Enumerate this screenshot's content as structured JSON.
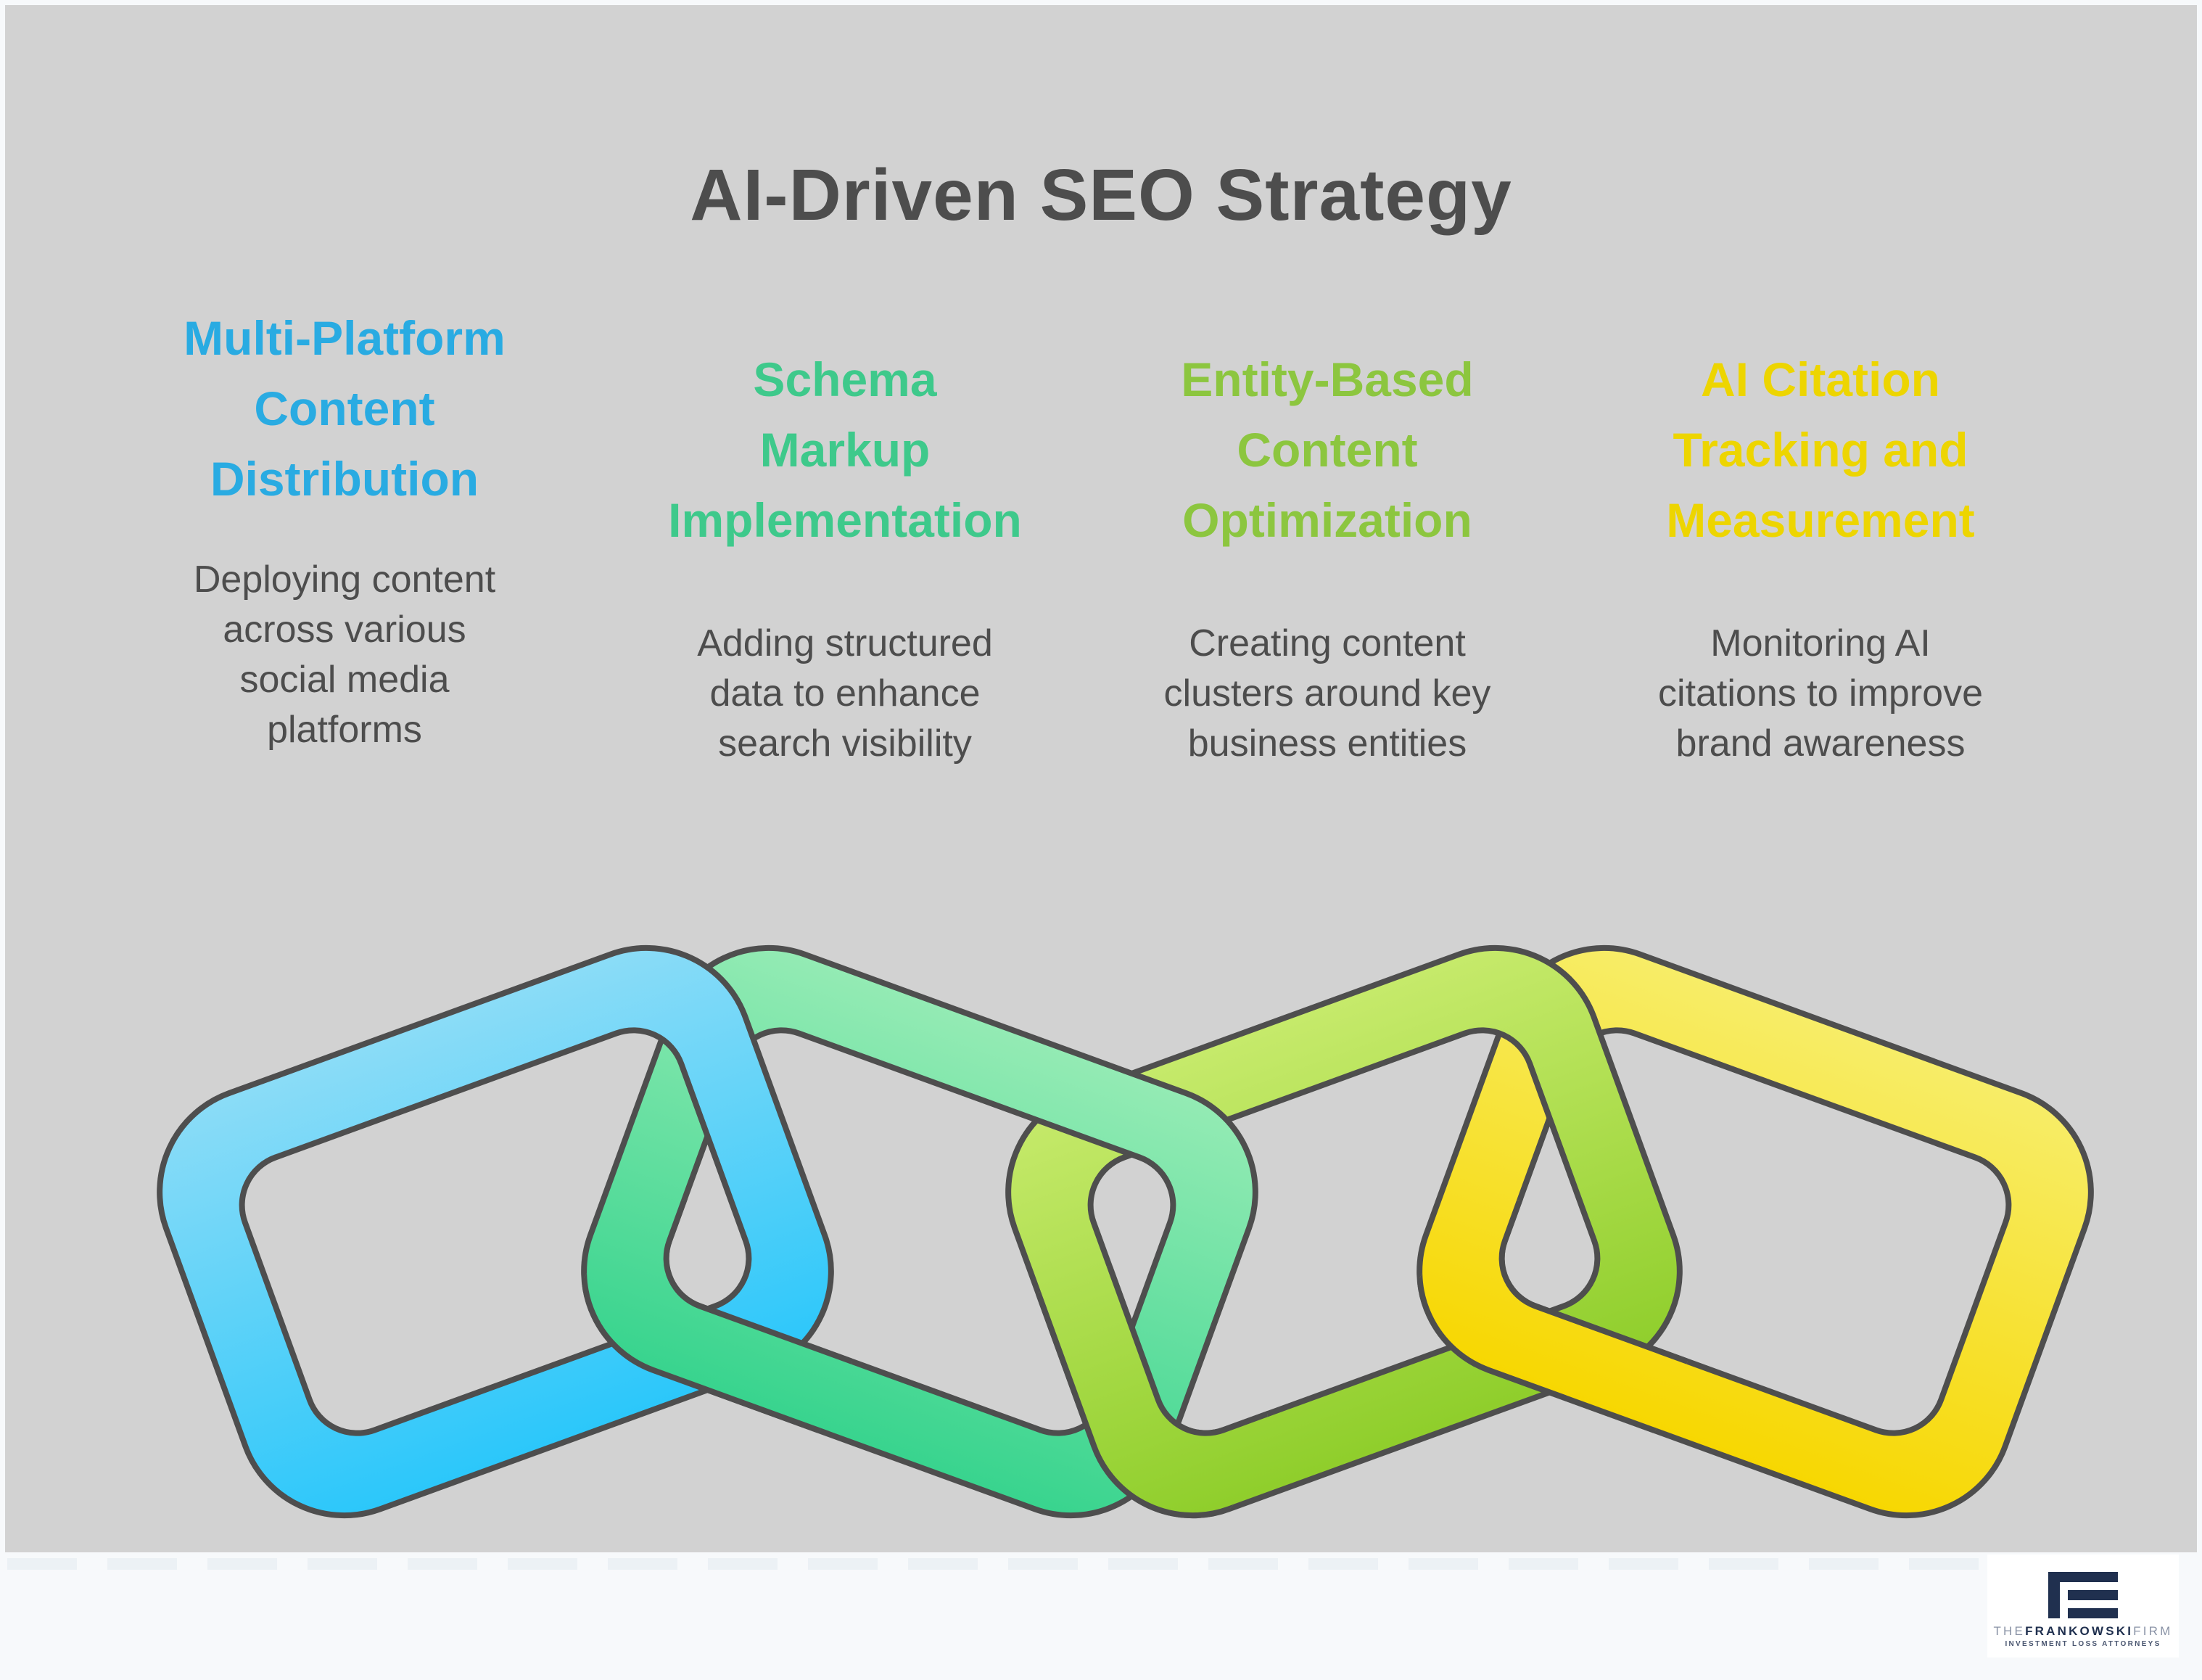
{
  "frame": {
    "bg": "#F7F9FB"
  },
  "canvas": {
    "bg": "#D2D2D2",
    "text_color": "#4D4D4D"
  },
  "title": "AI-Driven SEO Strategy",
  "columns": [
    {
      "color": "#29ABE2",
      "heading_lines": [
        "Multi-Platform",
        "Content",
        "Distribution"
      ],
      "body_lines": [
        "Deploying content",
        "across various",
        "social media",
        "platforms"
      ]
    },
    {
      "color": "#3EC98B",
      "heading_lines": [
        "Schema",
        "Markup",
        "Implementation"
      ],
      "body_lines": [
        "Adding structured",
        "data to enhance",
        "search visibility"
      ]
    },
    {
      "color": "#8CC63F",
      "heading_lines": [
        "Entity-Based",
        "Content",
        "Optimization"
      ],
      "body_lines": [
        "Creating content",
        "clusters around key",
        "business entities"
      ]
    },
    {
      "color": "#EDD500",
      "heading_lines": [
        "AI Citation",
        "Tracking and",
        "Measurement"
      ],
      "body_lines": [
        "Monitoring AI",
        "citations to improve",
        "brand awareness"
      ]
    }
  ],
  "chain": {
    "outline": "#4E4E4E",
    "links": [
      {
        "name": "multi-platform-link",
        "top": "#8BDCF7",
        "bottom": "#2BC7FA"
      },
      {
        "name": "schema-markup-link",
        "top": "#94EBB4",
        "bottom": "#38D48E"
      },
      {
        "name": "entity-content-link",
        "top": "#C6EA6B",
        "bottom": "#8FCE2B"
      },
      {
        "name": "ai-citation-link",
        "top": "#F7ED68",
        "bottom": "#F7D701"
      }
    ]
  },
  "logo": {
    "prefix": "THE",
    "name": "FRANKOWSKI",
    "suffix": "FIRM",
    "tagline": "INVESTMENT LOSS ATTORNEYS",
    "mark_color": "#20304F",
    "muted_color": "#8A93A6",
    "tagline_color": "#4A5670"
  }
}
